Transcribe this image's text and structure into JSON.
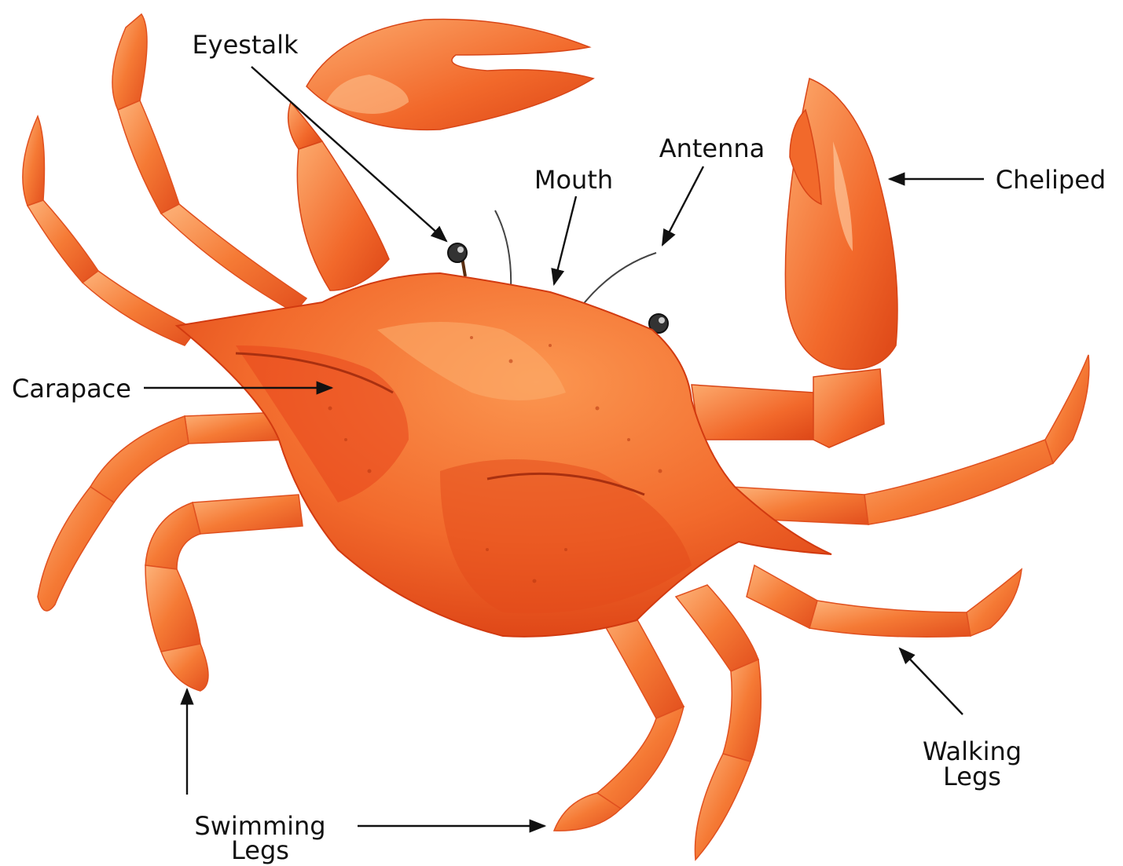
{
  "labels": {
    "eyestalk": "Eyestalk",
    "mouth": "Mouth",
    "antenna": "Antenna",
    "cheliped": "Cheliped",
    "carapace": "Carapace",
    "walking_legs_line1": "Walking",
    "walking_legs_line2": "Legs",
    "swimming_legs_line1": "Swimming",
    "swimming_legs_line2": "Legs"
  },
  "colors": {
    "shell_dark": "#e8461b",
    "shell_mid": "#f26a2c",
    "shell_light": "#fb9a57",
    "shell_highlight": "#ffc79a",
    "speckle": "#c23a14",
    "label_text": "#111111",
    "background": "#ffffff"
  }
}
